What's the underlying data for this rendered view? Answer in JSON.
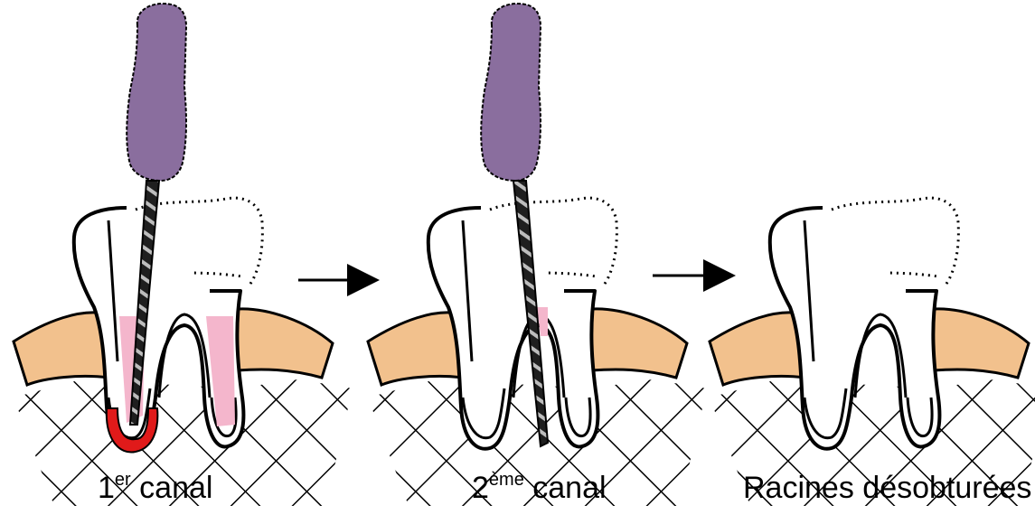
{
  "panels": [
    {
      "caption_num": "1",
      "caption_sup": "er",
      "caption_text": " canal",
      "stage": "first-canal"
    },
    {
      "caption_num": "2",
      "caption_sup": "ème",
      "caption_text": " canal",
      "stage": "second-canal"
    },
    {
      "caption_num": "",
      "caption_sup": "",
      "caption_text": "Racines désobturées",
      "stage": "roots-cleared"
    }
  ],
  "colors": {
    "handle": "#8a6e9e",
    "gum": "#f2c18d",
    "filling": "#f4b6cc",
    "apex_filling": "#e01a1a",
    "file_shaft": "#222222",
    "line": "#000000"
  },
  "icons": [
    "endodontic-file-icon",
    "tooth-icon",
    "arrow-right-icon"
  ]
}
